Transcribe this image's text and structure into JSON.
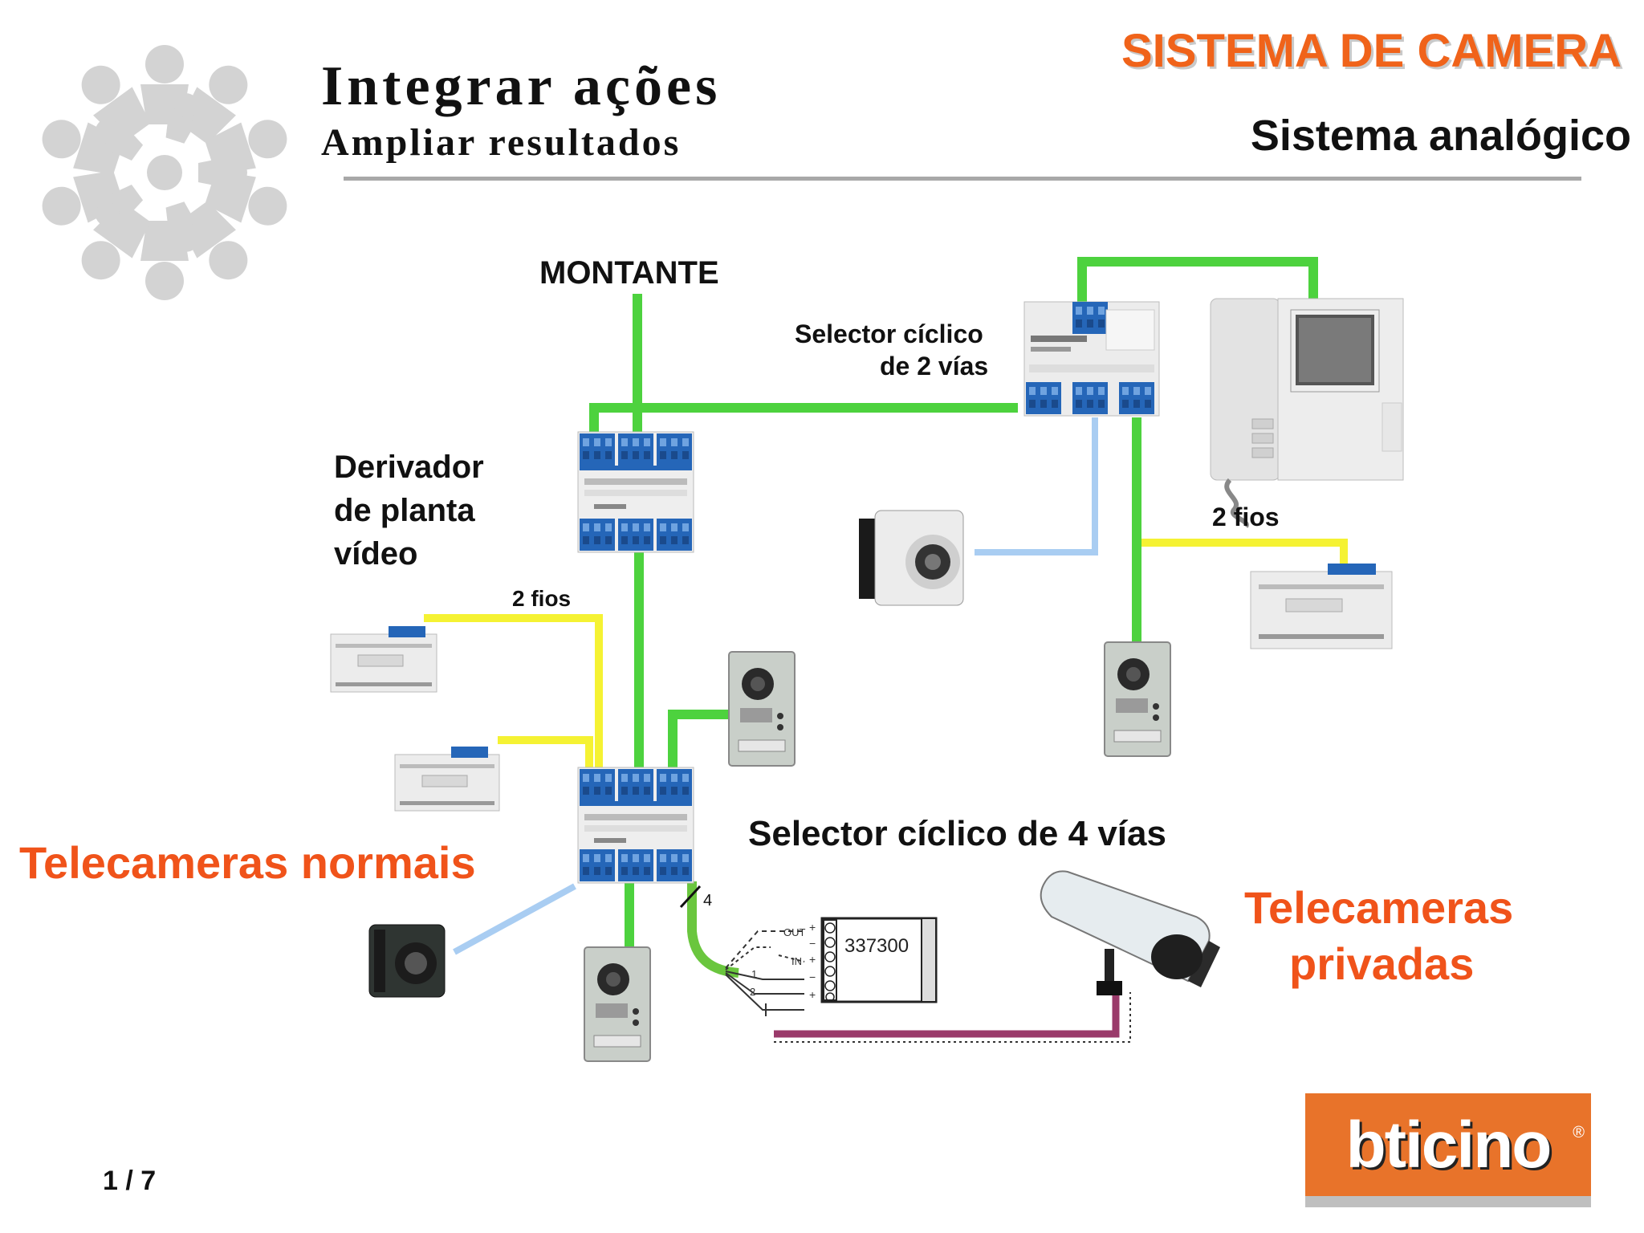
{
  "header": {
    "title": "Integrar ações",
    "subtitle": "Ampliar resultados",
    "right_title": "SISTEMA DE CAMERA",
    "right_subtitle": "Sistema analógico"
  },
  "labels": {
    "montante": "MONTANTE",
    "selector_2_line1": "Selector cíclico",
    "selector_2_line2": "de  2 vías",
    "derivador_line1": "Derivador",
    "derivador_line2": "de planta",
    "derivador_line3": "vídeo",
    "two_wires_left": "2 fios",
    "two_wires_right": "2 fios",
    "selector_4": "Selector cíclico de 4 vías",
    "normal_cams": "Telecameras normais",
    "private_cams_line1": "Telecameras",
    "private_cams_line2": "privadas",
    "module_code": "337300",
    "wire_count": "4",
    "out_label": "OUT",
    "in_label": "IN",
    "term_1": "1",
    "term_2": "2",
    "plus_1": "+",
    "minus_1": "−",
    "plus_2": "+",
    "minus_2": "−",
    "plus_3": "+"
  },
  "footer": {
    "page": "1 / 7",
    "logo": "bticino",
    "logo_reg": "®"
  },
  "colors": {
    "green_wire": "#4dd23e",
    "yellow_wire": "#f5f233",
    "blue_wire": "#a9cdf2",
    "purple_wire": "#9a3a6a",
    "accent_orange": "#f0531a",
    "module_blue": "#2566b8"
  }
}
